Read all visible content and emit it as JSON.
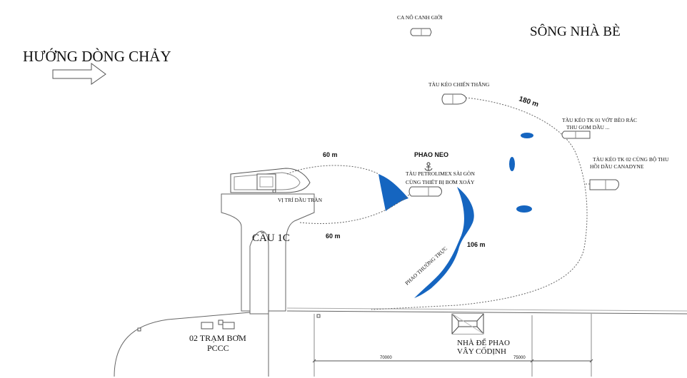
{
  "labels": {
    "river": "SÔNG NHÀ BÈ",
    "flow_direction": "HƯỚNG DÒNG CHẢY",
    "guard_boat": "CA NÔ CANH GIỚI",
    "tug_chien_thang": "TÀU KÉO CHIẾN THẮNG",
    "tug_tk01_line1": "TÀU KÉO TK 01 VỚT BÈO RÁC",
    "tug_tk01_line2": "THU GOM DẦU ...",
    "tug_tk02_line1": "TÀU KÉO TK 02 CÙNG BỘ THU",
    "tug_tk02_line2": "HỒI DẦU CANADYNE",
    "anchor_buoy": "PHAO NEO",
    "petrolimex_line1": "TÀU PETROLIMEX SÀI GÒN",
    "petrolimex_line2": "CÙNG THIẾT BỊ BƠM XOÁY",
    "spill_site": "VỊ TRÍ DẦU TRÀN",
    "bridge": "CẦU 1C",
    "pump_line1": "02 TRẠM BƠM",
    "pump_line2": "PCCC",
    "boom_house_line1": "NHÀ ĐỂ PHAO",
    "boom_house_line2": "VÂY CỐDỊNH",
    "standing_boom": "PHAO THƯỜNG TRỰC",
    "dist_60_top": "60 m",
    "dist_60_bottom": "60 m",
    "dist_106": "106 m",
    "dist_180": "180 m",
    "dim_70000": "70000",
    "dim_75000": "75000"
  },
  "colors": {
    "oil": "#1565c0",
    "line": "#555555",
    "text": "#111111"
  },
  "icons": {
    "flow_arrow": "right-arrow-outline",
    "anchor": "anchor-icon"
  }
}
